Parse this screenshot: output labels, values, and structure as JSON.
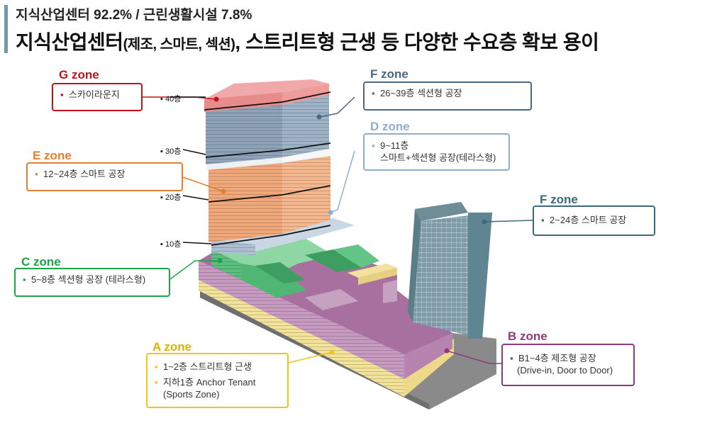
{
  "header": {
    "subtitle": "지식산업센터 92.2% / 근린생활시설 7.8%",
    "title_main_a": "지식산업센터",
    "title_paren": "(제조, 스마트, 섹션)",
    "title_main_b": ", 스트리트형 근생 등 다양한 수요층 확보 용이"
  },
  "floor_labels": [
    "40층",
    "30층",
    "20층",
    "10층"
  ],
  "colors": {
    "g": "#c0141c",
    "f": "#4b6882",
    "d": "#8eaed0",
    "e": "#e57e2f",
    "c": "#1fa34a",
    "a": "#f0c419",
    "b": "#8d3a83",
    "f2": "#3b6a78"
  },
  "zones": {
    "g": {
      "title": "G zone",
      "lines": [
        "스카이라운지"
      ]
    },
    "f": {
      "title": "F zone",
      "lines": [
        "26~39층  섹션형 공장"
      ]
    },
    "d": {
      "title": "D zone",
      "lines": [
        "9~11층",
        "스마트+섹션형 공장(테라스형)"
      ]
    },
    "e": {
      "title": "E zone",
      "lines": [
        "12~24층   스마트 공장"
      ]
    },
    "f2": {
      "title": "F zone",
      "lines": [
        "2~24층 스마트 공장"
      ]
    },
    "c": {
      "title": "C zone",
      "lines": [
        "5~8층   섹션형 공장 (테라스형)"
      ]
    },
    "b": {
      "title": "B zone",
      "lines": [
        "B1~4층   제조형 공장",
        "(Drive-in, Door to Door)"
      ]
    },
    "a": {
      "title": "A zone",
      "lines": [
        "1~2층 스트리트형 근생",
        "지하1층 Anchor Tenant",
        "(Sports Zone)"
      ]
    }
  }
}
